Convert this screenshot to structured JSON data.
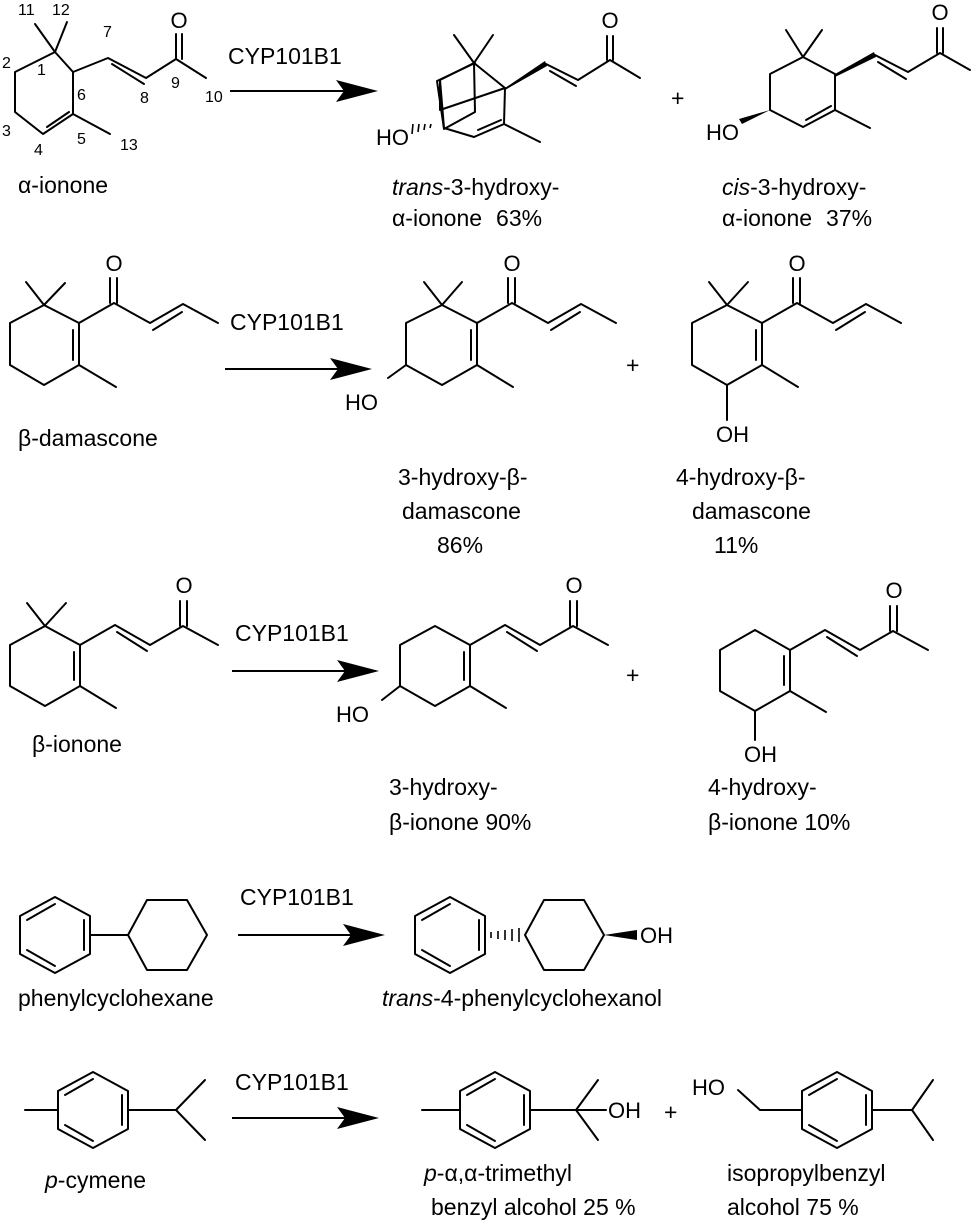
{
  "reactions": [
    {
      "enzyme": "CYP101B1",
      "substrate": {
        "name": "α-ionone",
        "atom_numbers": [
          "1",
          "2",
          "3",
          "4",
          "5",
          "6",
          "7",
          "8",
          "9",
          "10",
          "11",
          "12",
          "13"
        ],
        "oxygen": "O"
      },
      "products": [
        {
          "name_prefix": "trans",
          "name_suffix": "-3-hydroxy-",
          "name_line2": "α-ionone",
          "yield": "63%",
          "hydroxyl": "HO",
          "oxygen": "O"
        },
        {
          "name_prefix": "cis",
          "name_suffix": "-3-hydroxy-",
          "name_line2": "α-ionone",
          "yield": "37%",
          "hydroxyl": "HO",
          "oxygen": "O"
        }
      ],
      "plus": "+"
    },
    {
      "enzyme": "CYP101B1",
      "substrate": {
        "name": "β-damascone",
        "oxygen": "O"
      },
      "products": [
        {
          "name_line1": "3-hydroxy-β-",
          "name_line2": "damascone",
          "yield": "86%",
          "hydroxyl": "HO",
          "oxygen": "O"
        },
        {
          "name_line1": "4-hydroxy-β-",
          "name_line2": "damascone",
          "yield": "11%",
          "hydroxyl": "OH",
          "oxygen": "O"
        }
      ],
      "plus": "+"
    },
    {
      "enzyme": "CYP101B1",
      "substrate": {
        "name": "β-ionone",
        "oxygen": "O"
      },
      "products": [
        {
          "name_line1": "3-hydroxy-",
          "name_line2": "β-ionone 90%",
          "hydroxyl": "HO",
          "oxygen": "O"
        },
        {
          "name_line1": "4-hydroxy-",
          "name_line2": "β-ionone 10%",
          "hydroxyl": "OH",
          "oxygen": "O"
        }
      ],
      "plus": "+"
    },
    {
      "enzyme": "CYP101B1",
      "substrate": {
        "name": "phenylcyclohexane"
      },
      "products": [
        {
          "name_prefix": "trans",
          "name_suffix": "-4-phenylcyclohexanol",
          "hydroxyl": "OH"
        }
      ]
    },
    {
      "enzyme": "CYP101B1",
      "substrate": {
        "name_prefix": "p",
        "name_suffix": "-cymene"
      },
      "products": [
        {
          "name_prefix": "p",
          "name_suffix": "-α,α-trimethyl",
          "name_line2": "benzyl alcohol  25 %",
          "hydroxyl": "OH"
        },
        {
          "name_line1": "isopropylbenzyl",
          "name_line2": "alcohol  75 %",
          "hydroxyl": "HO"
        }
      ],
      "plus": "+"
    }
  ]
}
